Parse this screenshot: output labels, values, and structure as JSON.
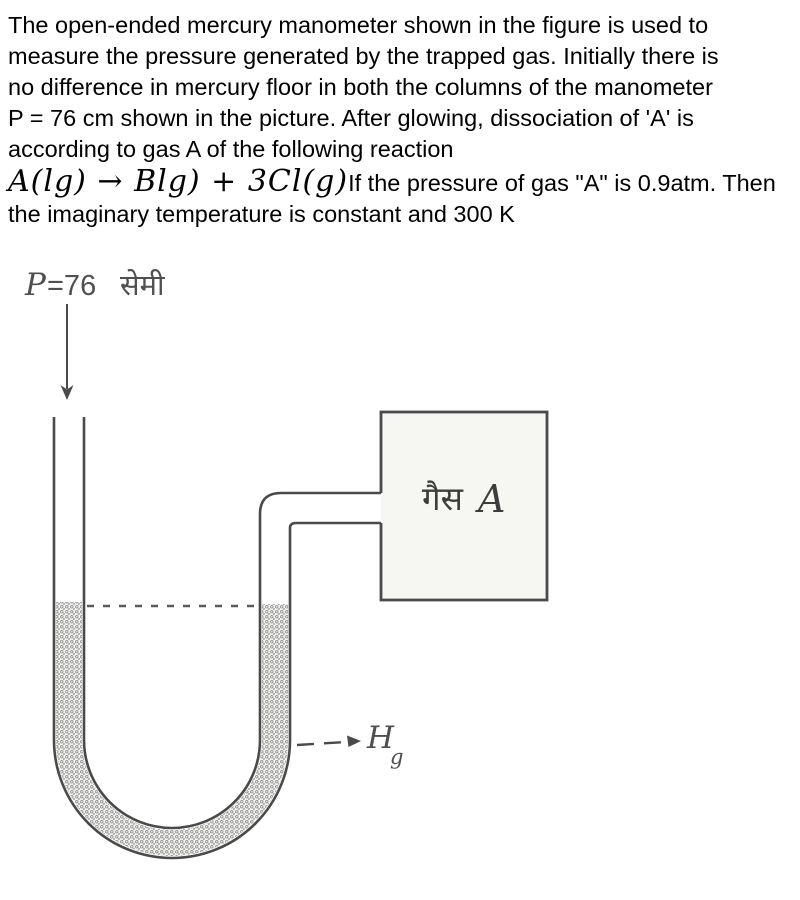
{
  "problem": {
    "lines_1_5": "The open-ended mercury manometer shown in the figure is used to\nmeasure the pressure generated by the trapped gas. Initially there is\nno difference in mercury floor in both the columns of the manometer\nP = 76 cm shown in the picture. After glowing, dissociation of 'A' is\naccording to gas A of the following reaction",
    "formula": "A(lg) → Blg) + 3Cl(g)",
    "line6_rest": "If the pressure of gas \"A\" is 0.9atm. Then",
    "line7": "the imaginary temperature is constant and 300 K"
  },
  "figure": {
    "pressure_symbol": "P",
    "pressure_value": "=76",
    "pressure_unit": "सेमी",
    "gas_label_hindi": "गैस",
    "gas_label_letter": "A",
    "hg_base": "H",
    "hg_sub": "g",
    "line_color": "#4a4a4a",
    "stipple_color": "#8a8a8a"
  }
}
